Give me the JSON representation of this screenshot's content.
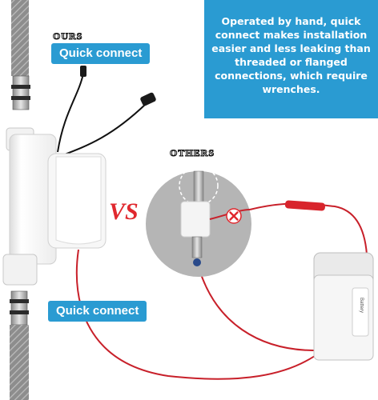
{
  "info_box": {
    "text": "Operated by hand, quick connect makes installation easier and less leaking than threaded or flanged connections, which require wrenches."
  },
  "labels": {
    "ours": "OURS",
    "others": "OTHERS",
    "quick_connect_top": "Quick connect",
    "quick_connect_bottom": "Quick connect",
    "vs": "VS",
    "battery_label": "Battery"
  },
  "colors": {
    "accent_blue": "#2a9bd2",
    "vs_red": "#e0282e",
    "wire_red": "#c8202a",
    "wire_black": "#111111",
    "body_white": "#f4f4f4",
    "circle_gray": "#b5b5b5"
  },
  "icons": {
    "reject": "x-mark-icon"
  }
}
